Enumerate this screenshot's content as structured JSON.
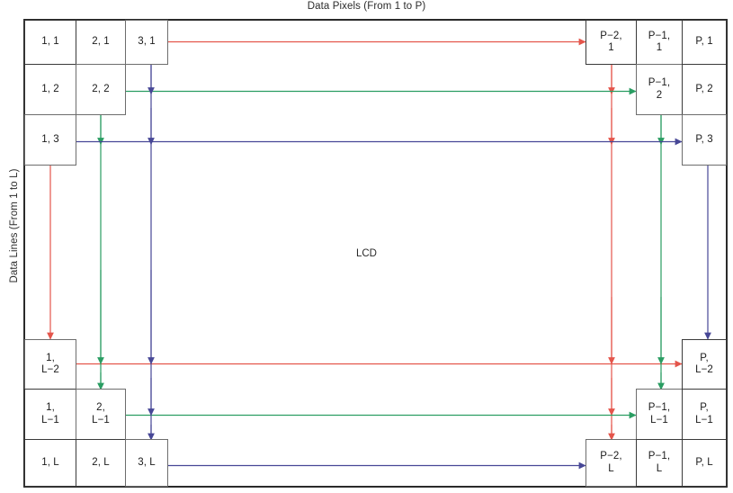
{
  "diagram": {
    "top_axis_label": "Data Pixels (From 1 to P)",
    "left_axis_label": "Data Lines (From 1 to L)",
    "center_label": "LCD",
    "colors": {
      "red": "#e4554b",
      "green": "#2a9d62",
      "blue": "#474796",
      "cell_border": "#6d6d6d",
      "cell_border_dark": "#3a3a3a",
      "frame": "#2a2a2a",
      "text": "#1a1a1a"
    }
  },
  "cells": {
    "top_left": [
      {
        "id": "c-1-1",
        "label": "1, 1"
      },
      {
        "id": "c-2-1",
        "label": "2, 1"
      },
      {
        "id": "c-3-1",
        "label": "3, 1"
      },
      {
        "id": "c-1-2",
        "label": "1, 2"
      },
      {
        "id": "c-2-2",
        "label": "2, 2"
      },
      {
        "id": "c-1-3",
        "label": "1, 3"
      }
    ],
    "top_right": [
      {
        "id": "c-Pm2-1",
        "label": "P−2,\n1"
      },
      {
        "id": "c-Pm1-1",
        "label": "P−1,\n1"
      },
      {
        "id": "c-P-1",
        "label": "P, 1"
      },
      {
        "id": "c-Pm1-2",
        "label": "P−1,\n2"
      },
      {
        "id": "c-P-2",
        "label": "P, 2"
      },
      {
        "id": "c-P-3",
        "label": "P, 3"
      }
    ],
    "bottom_left": [
      {
        "id": "c-1-Lm2",
        "label": "1,\nL−2"
      },
      {
        "id": "c-1-Lm1",
        "label": "1,\nL−1"
      },
      {
        "id": "c-2-Lm1",
        "label": "2,\nL−1"
      },
      {
        "id": "c-1-L",
        "label": "1, L"
      },
      {
        "id": "c-2-L",
        "label": "2, L"
      },
      {
        "id": "c-3-L",
        "label": "3, L"
      }
    ],
    "bottom_right": [
      {
        "id": "c-P-Lm2",
        "label": "P,\nL−2"
      },
      {
        "id": "c-Pm1-Lm1",
        "label": "P−1,\nL−1"
      },
      {
        "id": "c-P-Lm1",
        "label": "P,\nL−1"
      },
      {
        "id": "c-Pm2-L",
        "label": "P−2,\nL"
      },
      {
        "id": "c-Pm1-L",
        "label": "P−1,\nL"
      },
      {
        "id": "c-P-L",
        "label": "P, L"
      }
    ]
  },
  "signal_paths": [
    {
      "name": "red-scan-path",
      "color": "#e4554b"
    },
    {
      "name": "green-scan-path",
      "color": "#2a9d62"
    },
    {
      "name": "blue-scan-path",
      "color": "#474796"
    }
  ]
}
